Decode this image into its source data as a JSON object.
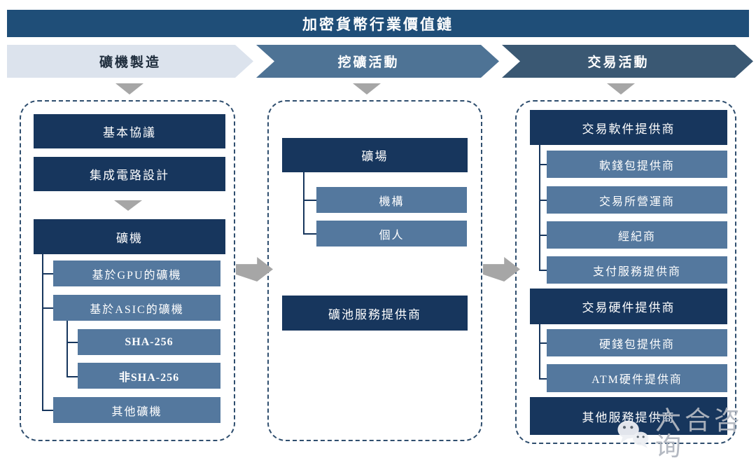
{
  "diagram": {
    "title": "加密貨幣行業價值鏈",
    "stages": [
      {
        "label": "礦機製造"
      },
      {
        "label": "挖礦活動"
      },
      {
        "label": "交易活動"
      }
    ],
    "columns": [
      {
        "stage": "礦機製造",
        "boxes": [
          {
            "label": "基本協議",
            "level": "primary"
          },
          {
            "label": "集成電路設計",
            "level": "primary"
          },
          {
            "label": "礦機",
            "level": "primary"
          },
          {
            "label": "基於GPU的礦機",
            "level": "secondary"
          },
          {
            "label": "基於ASIC的礦機",
            "level": "secondary"
          },
          {
            "label": "SHA-256",
            "level": "tertiary"
          },
          {
            "label": "非SHA-256",
            "level": "tertiary"
          },
          {
            "label": "其他礦機",
            "level": "secondary"
          }
        ]
      },
      {
        "stage": "挖礦活動",
        "boxes": [
          {
            "label": "礦場",
            "level": "primary"
          },
          {
            "label": "機構",
            "level": "secondary"
          },
          {
            "label": "個人",
            "level": "secondary"
          },
          {
            "label": "礦池服務提供商",
            "level": "primary"
          }
        ]
      },
      {
        "stage": "交易活動",
        "boxes": [
          {
            "label": "交易軟件提供商",
            "level": "primary"
          },
          {
            "label": "軟錢包提供商",
            "level": "secondary"
          },
          {
            "label": "交易所營運商",
            "level": "secondary"
          },
          {
            "label": "經紀商",
            "level": "secondary"
          },
          {
            "label": "支付服務提供商",
            "level": "secondary"
          },
          {
            "label": "交易硬件提供商",
            "level": "primary"
          },
          {
            "label": "硬錢包提供商",
            "level": "secondary"
          },
          {
            "label": "ATM硬件提供商",
            "level": "secondary"
          },
          {
            "label": "其他服務提供商",
            "level": "primary"
          }
        ]
      }
    ],
    "watermark": {
      "label": "六合咨询",
      "icon": "wechat-icon"
    },
    "colors": {
      "banner": "#1F4E78",
      "primary_box": "#17365D",
      "secondary_box": "#54789E",
      "stage1_bg": "#DCE3ED",
      "stage2_bg": "#4E7395",
      "stage3_bg": "#3A5873",
      "flow_arrow": "#A6A6A6",
      "dashed_border": "#2F4E6E",
      "box_text": "#FFFFFF"
    }
  }
}
